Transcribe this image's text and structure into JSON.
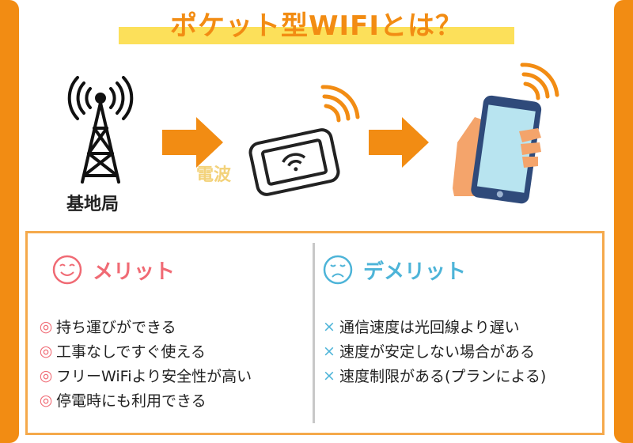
{
  "title": "ポケット型WIFIとは？",
  "diagram": {
    "base_station_label": "基地局",
    "radio_wave_label": "電波"
  },
  "merit": {
    "heading": "メリット",
    "face_icon": "smiley-face-icon",
    "marker": "◎",
    "items": [
      "持ち運びができる",
      "工事なしですぐ使える",
      "フリーWiFiより安全性が高い",
      "停電時にも利用できる"
    ]
  },
  "demerit": {
    "heading": "デメリット",
    "face_icon": "sad-face-icon",
    "marker": "×",
    "items": [
      "通信速度は光回線より遅い",
      "速度が安定しない場合がある",
      "速度制限がある(プランによる)"
    ]
  },
  "colors": {
    "accent_orange": "#F28C13",
    "highlight_yellow": "#FCE05A",
    "merit_pink": "#F06A74",
    "demerit_blue": "#4DB4D8"
  }
}
